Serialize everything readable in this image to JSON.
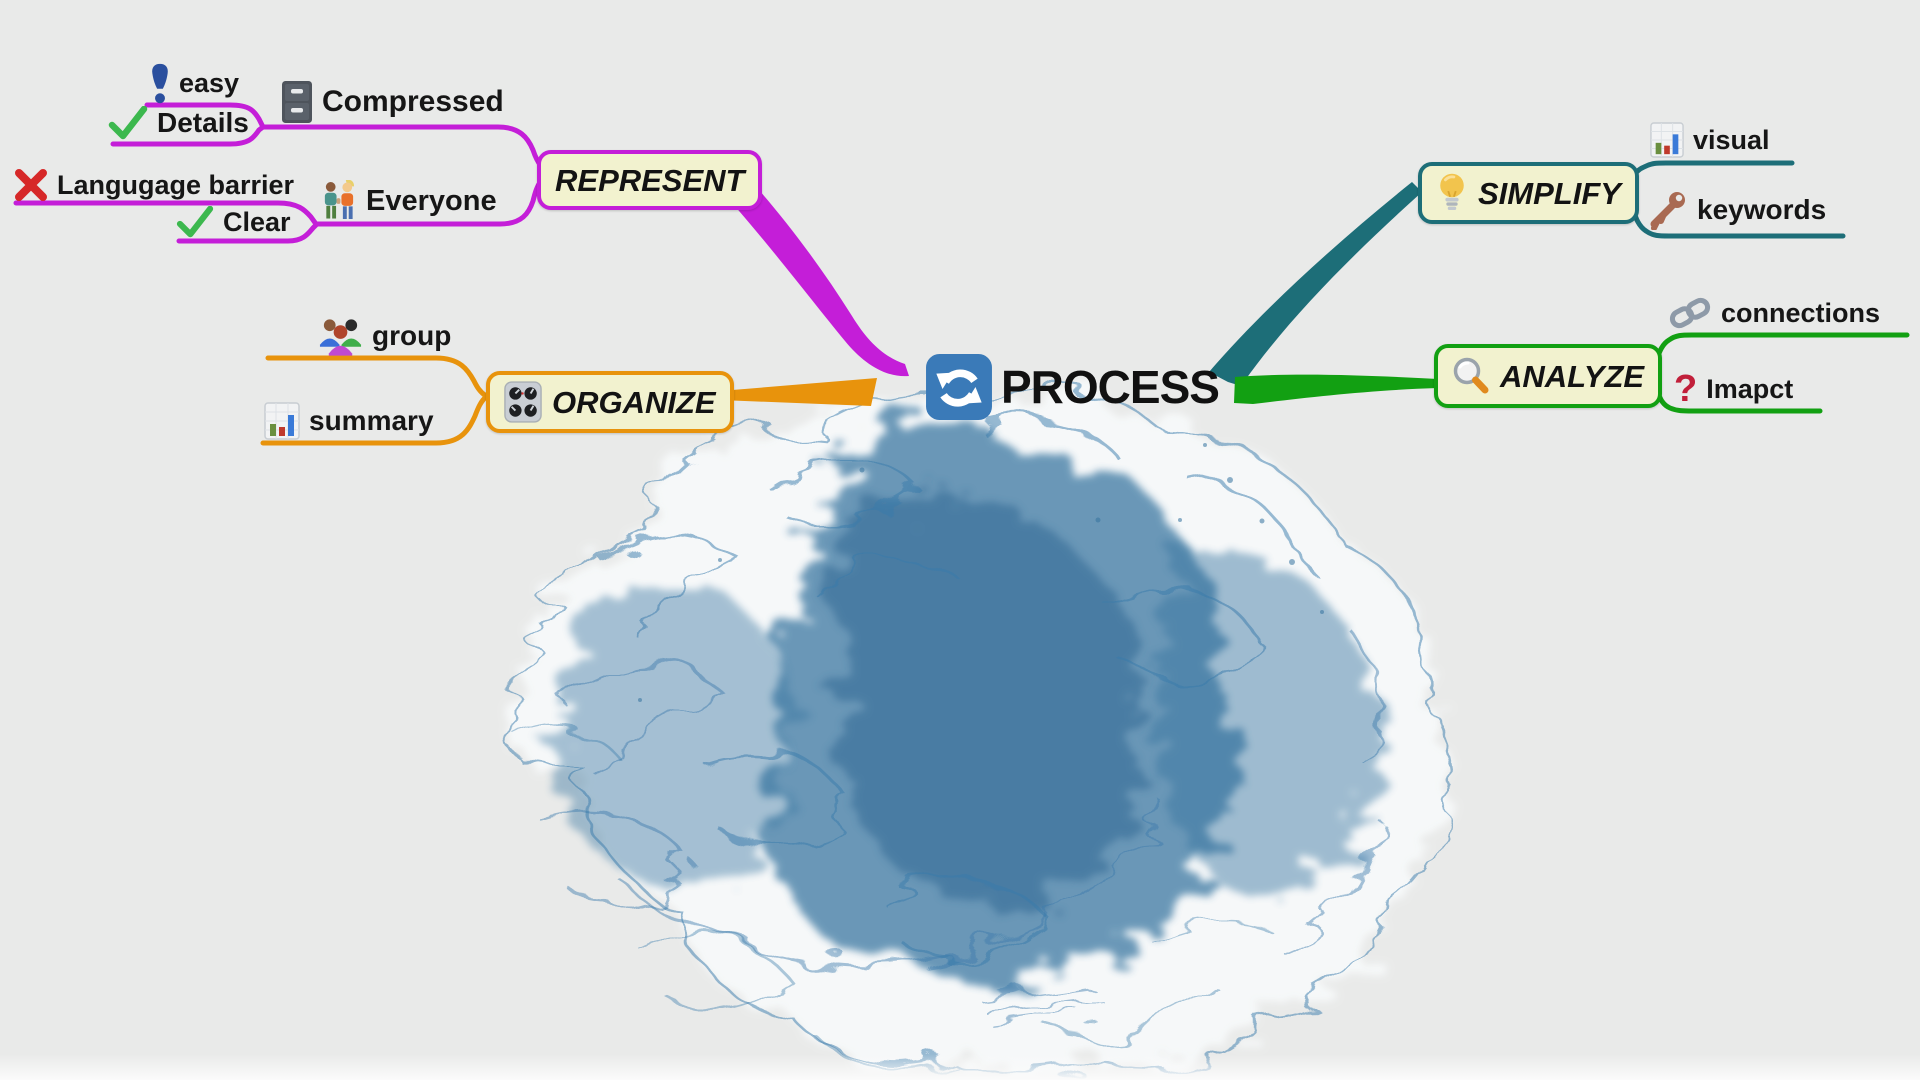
{
  "title": "PROCESS mind map over watercolor brain artwork",
  "background": "#e9eae9",
  "node_fill": "#f2f2cf",
  "center": {
    "label": "PROCESS",
    "icon": "sync-icon",
    "icon_color": "#3a7ab8"
  },
  "branches": {
    "represent": {
      "label": "REPRESENT",
      "color": "#c41ed8",
      "children": {
        "easy": {
          "label": "easy",
          "icon": "exclamation-icon"
        },
        "details": {
          "label": "Details",
          "icon": "check-icon"
        },
        "compressed": {
          "label": "Compressed",
          "icon": "file-cabinet-icon"
        },
        "language_barrier": {
          "label": "Langugage barrier",
          "icon": "cross-icon"
        },
        "clear": {
          "label": "Clear",
          "icon": "check-icon"
        },
        "everyone": {
          "label": "Everyone",
          "icon": "people-pair-icon"
        }
      }
    },
    "organize": {
      "label": "ORGANIZE",
      "color": "#e8930c",
      "node_icon": "control-knobs-icon",
      "children": {
        "group": {
          "label": "group",
          "icon": "group-people-icon"
        },
        "summary": {
          "label": "summary",
          "icon": "bar-chart-icon"
        }
      }
    },
    "simplify": {
      "label": "SIMPLIFY",
      "color": "#1d6e78",
      "node_icon": "light-bulb-icon",
      "children": {
        "visual": {
          "label": "visual",
          "icon": "bar-chart-icon"
        },
        "keywords": {
          "label": "keywords",
          "icon": "key-icon"
        }
      }
    },
    "analyze": {
      "label": "ANALYZE",
      "color": "#12a012",
      "node_icon": "magnifier-icon",
      "children": {
        "connections": {
          "label": "connections",
          "icon": "link-icon"
        },
        "impact": {
          "label": "Imapct",
          "icon": "question-mark-icon",
          "glyph": "?"
        }
      }
    }
  },
  "artwork": {
    "name": "watercolor-brain",
    "color": "#34739f"
  }
}
